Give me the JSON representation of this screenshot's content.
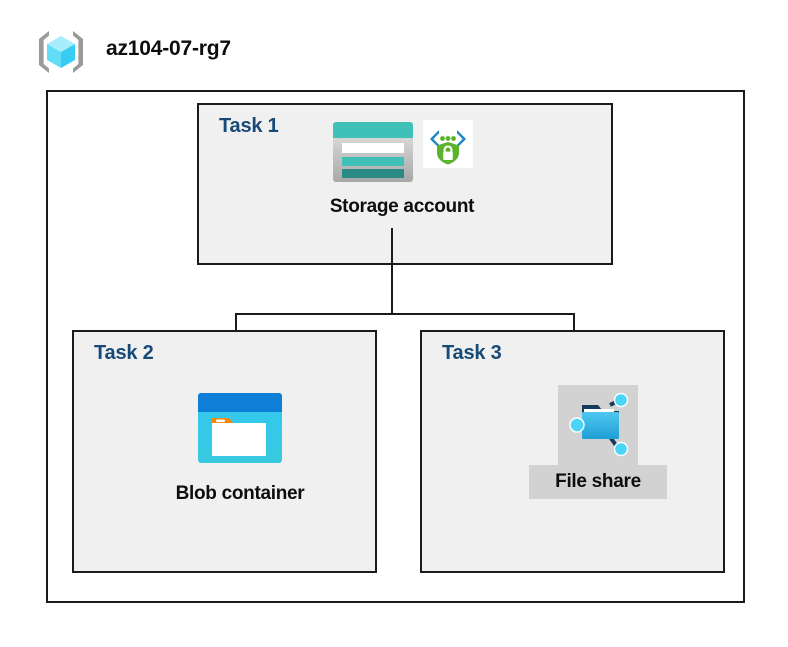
{
  "title": {
    "icon": "resource-group-cube-icon",
    "text": "az104-07-rg7"
  },
  "container": {
    "name": "resource-group-container"
  },
  "tasks": [
    {
      "label": "Task 1",
      "node": {
        "caption": "Storage account",
        "icons": [
          "storage-account-icon",
          "storage-encryption-shield-icon"
        ],
        "highlighted": false
      }
    },
    {
      "label": "Task 2",
      "node": {
        "caption": "Blob container",
        "icons": [
          "blob-container-icon"
        ],
        "highlighted": false
      }
    },
    {
      "label": "Task 3",
      "node": {
        "caption": "File share",
        "icons": [
          "file-share-icon"
        ],
        "highlighted": true
      }
    }
  ],
  "connectors": [
    {
      "name": "storage-to-bus-trunk",
      "from": "Storage account",
      "to": "branch-bus"
    },
    {
      "name": "branch-bus",
      "from": "branch-bus",
      "to": "branch-bus"
    },
    {
      "name": "bus-to-blob-container",
      "from": "branch-bus",
      "to": "Blob container"
    },
    {
      "name": "bus-to-file-share",
      "from": "branch-bus",
      "to": "File share"
    }
  ],
  "colors": {
    "box_border": "#1b1b1b",
    "box_fill": "#f0f0f0",
    "page_background": "#ffffff",
    "task_label": "#184a77",
    "caption_text": "#0d0d0d",
    "highlight_fill": "#d2d2d2",
    "storage_teal": "#3fc1b7",
    "storage_teal_dark": "#2a8b84",
    "blob_blue": "#0f7ed6",
    "blob_cyan": "#32c8ef",
    "blob_orange": "#f2870d",
    "fileshare_blue": "#32b4e8",
    "fileshare_node": "#4ad5f7",
    "shield_green": "#5cb32b",
    "bracket_gray": "#9a9a9a",
    "cube_cyan": "#8fe8fb"
  }
}
